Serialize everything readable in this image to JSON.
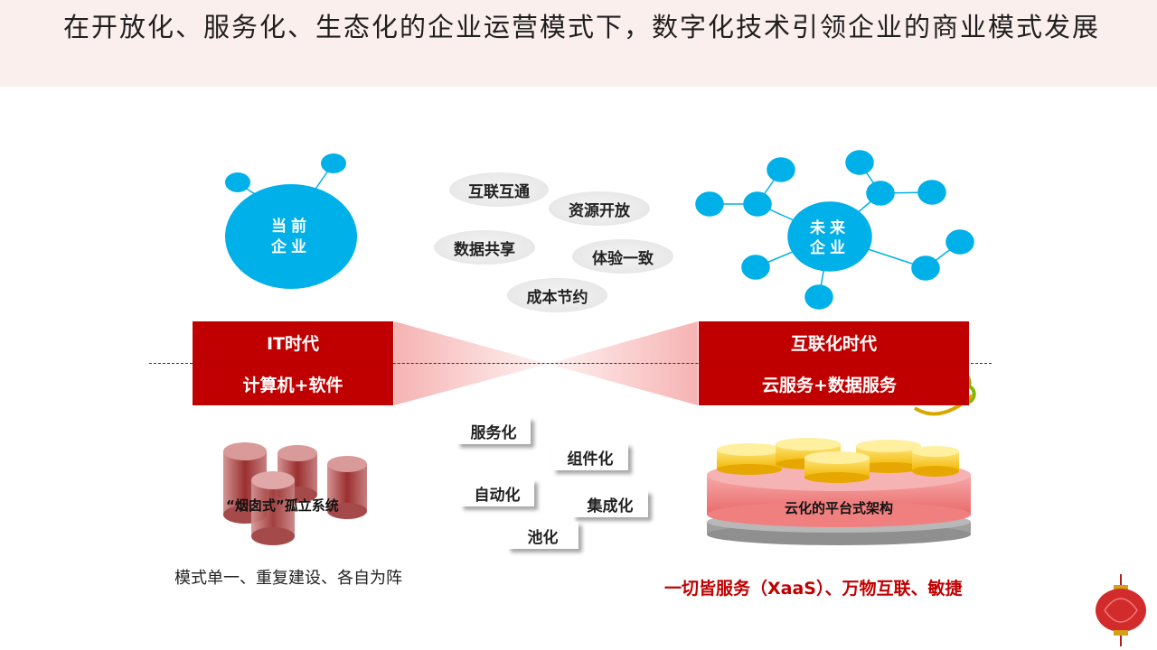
{
  "title": "在开放化、服务化、生态化的企业运营模式下，数字化技术引领企业的商业模式发展",
  "left_hub": {
    "line1": "当前",
    "line2": "企业"
  },
  "right_hub": {
    "line1": "未来",
    "line2": "企业"
  },
  "features": [
    "互联互通",
    "资源开放",
    "数据共享",
    "体验一致",
    "成本节约"
  ],
  "left_band": {
    "top": "IT时代",
    "bottom": "计算机+软件"
  },
  "right_band": {
    "top": "互联化时代",
    "bottom": "云服务+数据服务"
  },
  "left_drums_label": "“烟囱式”孤立系统",
  "processes": [
    "服务化",
    "组件化",
    "自动化",
    "集成化",
    "池化"
  ],
  "platform_label": "云化的平台式架构",
  "left_caption": "模式单一、重复建设、各自为阵",
  "right_caption": "一切皆服务（XaaS）、万物互联、敏捷",
  "colors": {
    "accent_red": "#c00000",
    "node_cyan": "#00b0e8",
    "title_bg": "#fbefed",
    "drum_yellow": "#ffd84a"
  }
}
